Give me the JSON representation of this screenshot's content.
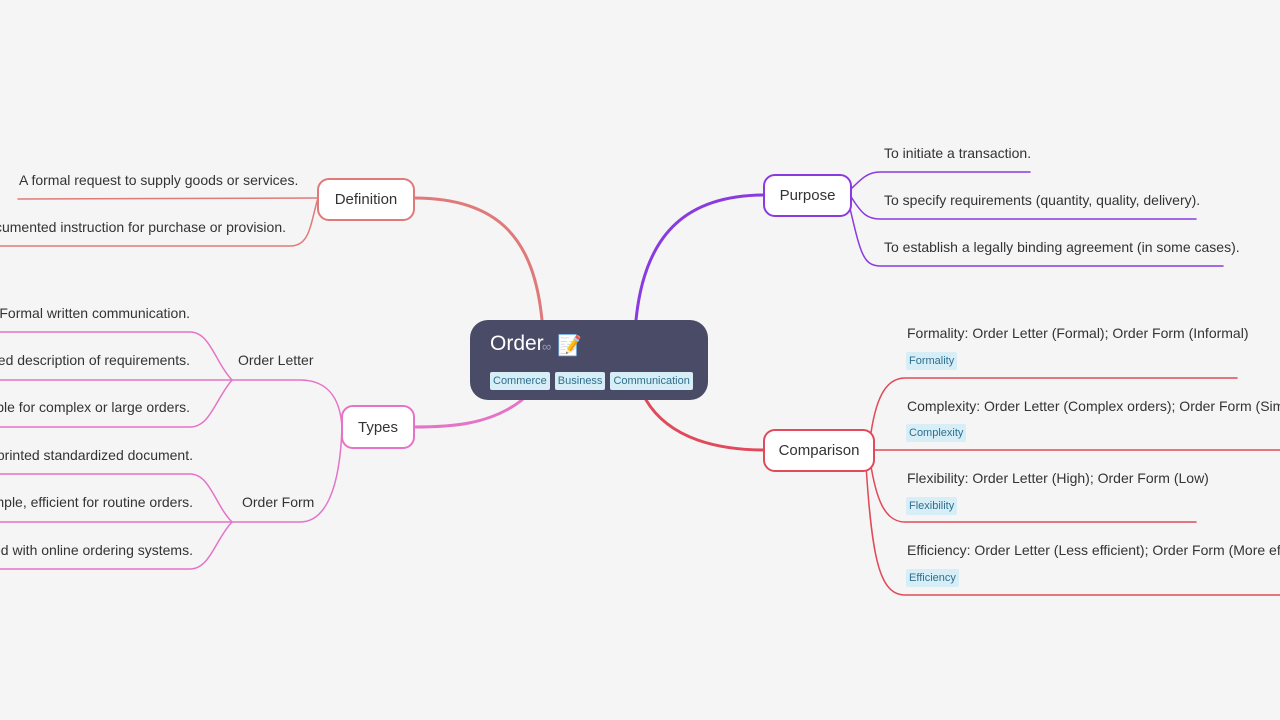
{
  "central": {
    "title": "Order",
    "emoji": "📝",
    "tags": [
      "Commerce",
      "Business",
      "Communication"
    ]
  },
  "colors": {
    "background": "#f5f5f5",
    "central": "#4a4b66",
    "definition": "#e07a7a",
    "purpose": "#8a3be0",
    "types": "#e573c7",
    "comparison": "#e04a5a",
    "tag_bg": "#d7eef7"
  },
  "definition": {
    "label": "Definition",
    "items": [
      "A formal request to supply goods or services.",
      "A documented instruction for purchase or provision."
    ]
  },
  "purpose": {
    "label": "Purpose",
    "items": [
      "To initiate a transaction.",
      "To specify requirements (quantity, quality, delivery).",
      "To establish a legally binding agreement (in some cases)."
    ]
  },
  "types": {
    "label": "Types",
    "order_letter": {
      "label": "Order Letter",
      "items": [
        "Formal written communication.",
        "Detailed description of requirements.",
        "Suitable for complex or large orders."
      ]
    },
    "order_form": {
      "label": "Order Form",
      "items": [
        "Preprinted standardized document.",
        "Simple, efficient for routine orders.",
        "Used with online ordering systems."
      ]
    }
  },
  "comparison": {
    "label": "Comparison",
    "items": [
      {
        "text": "Formality: Order Letter (Formal); Order Form (Informal)",
        "tag": "Formality"
      },
      {
        "text": "Complexity: Order Letter (Complex orders); Order Form (Simple orders)",
        "tag": "Complexity"
      },
      {
        "text": "Flexibility: Order Letter (High); Order Form (Low)",
        "tag": "Flexibility"
      },
      {
        "text": "Efficiency: Order Letter (Less efficient); Order Form (More efficient)",
        "tag": "Efficiency"
      }
    ]
  }
}
